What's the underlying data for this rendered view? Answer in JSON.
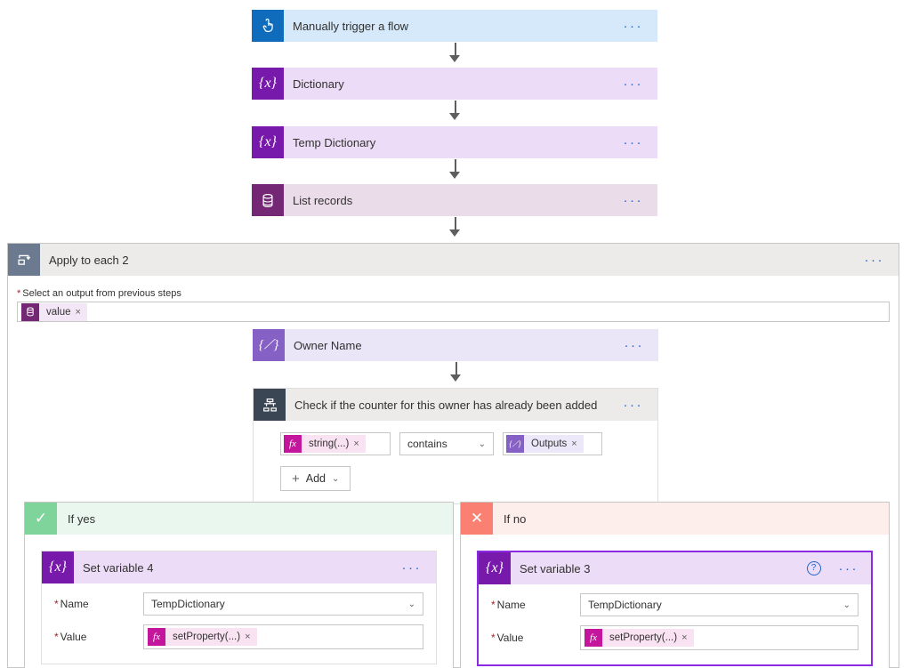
{
  "flow": {
    "nodes": [
      {
        "id": "trigger",
        "title": "Manually trigger a flow",
        "icon": "tap-hand-icon",
        "icon_bg": "#0f6cbd",
        "header_bg": "#d6e9fb",
        "menu": "···"
      },
      {
        "id": "dictionary",
        "title": "Dictionary",
        "icon": "variable-braces-icon",
        "icon_bg": "#7719aa",
        "header_bg": "#ecdcf7",
        "menu": "···"
      },
      {
        "id": "temp-dictionary",
        "title": "Temp Dictionary",
        "icon": "variable-braces-icon",
        "icon_bg": "#7719aa",
        "header_bg": "#ecdcf7",
        "menu": "···"
      },
      {
        "id": "list-records",
        "title": "List records",
        "icon": "database-icon",
        "icon_bg": "#742774",
        "header_bg": "#ebdcea",
        "menu": "···"
      }
    ],
    "scope": {
      "title": "Apply to each 2",
      "icon": "loop-foreach-icon",
      "icon_bg": "#6b7a8f",
      "header_bg": "#edebe9",
      "menu": "···",
      "field_label": "Select an output from previous steps",
      "field_required_mark": "*",
      "token": {
        "text": "value",
        "icon": "database-icon",
        "icon_bg": "#742774",
        "remove": "×"
      }
    },
    "inner_nodes": [
      {
        "id": "owner-name",
        "title": "Owner Name",
        "icon": "compose-braces-icon",
        "icon_bg": "#8661c5",
        "header_bg": "#eae6f8",
        "menu": "···"
      }
    ],
    "condition": {
      "title": "Check if the counter for this owner has already been added",
      "icon": "condition-branch-icon",
      "icon_bg": "#3b4654",
      "header_bg": "#edebe9",
      "menu": "···",
      "left_token": {
        "text": "string(...)",
        "icon": "fx-icon",
        "icon_bg": "#c4169c",
        "remove": "×"
      },
      "operator": "contains",
      "operator_chevron": "⌄",
      "right_token": {
        "text": "Outputs",
        "icon": "compose-braces-icon",
        "icon_bg": "#8661c5",
        "remove": "×"
      },
      "add_button": {
        "label": "Add",
        "plus": "+",
        "chevron": "⌄"
      }
    },
    "branches": [
      {
        "id": "if-yes",
        "label": "If yes",
        "icon": "checkmark-icon",
        "icon_glyph": "✓",
        "icon_bg": "#7ed49a",
        "header_bg": "#eaf7ee",
        "selected": false,
        "action": {
          "title": "Set variable 4",
          "icon": "variable-braces-icon",
          "icon_bg": "#7719aa",
          "header_bg": "#ecdcf7",
          "menu": "···",
          "has_help": false,
          "name_label": "Name",
          "name_value": "TempDictionary",
          "name_chevron": "⌄",
          "value_label": "Value",
          "value_token": {
            "text": "setProperty(...)",
            "icon": "fx-icon",
            "icon_bg": "#c4169c",
            "remove": "×"
          }
        }
      },
      {
        "id": "if-no",
        "label": "If no",
        "icon": "close-x-icon",
        "icon_glyph": "✕",
        "icon_bg": "#fa8072",
        "header_bg": "#fdeeec",
        "selected": false,
        "action": {
          "title": "Set variable 3",
          "icon": "variable-braces-icon",
          "icon_bg": "#7719aa",
          "header_bg": "#ecdcf7",
          "menu": "···",
          "has_help": true,
          "help_glyph": "?",
          "name_label": "Name",
          "name_value": "TempDictionary",
          "name_chevron": "⌄",
          "value_label": "Value",
          "value_token": {
            "text": "setProperty(...)",
            "icon": "fx-icon",
            "icon_bg": "#c4169c",
            "remove": "×"
          }
        }
      }
    ]
  },
  "colors": {
    "accent_blue": "#2266cc",
    "variable_purple": "#7719aa",
    "compose_purple": "#8661c5",
    "fx_magenta": "#c4169c",
    "database_magenta": "#742774",
    "yes_green": "#7ed49a",
    "no_red": "#fa8072",
    "selection_purple": "#8a2be2"
  }
}
